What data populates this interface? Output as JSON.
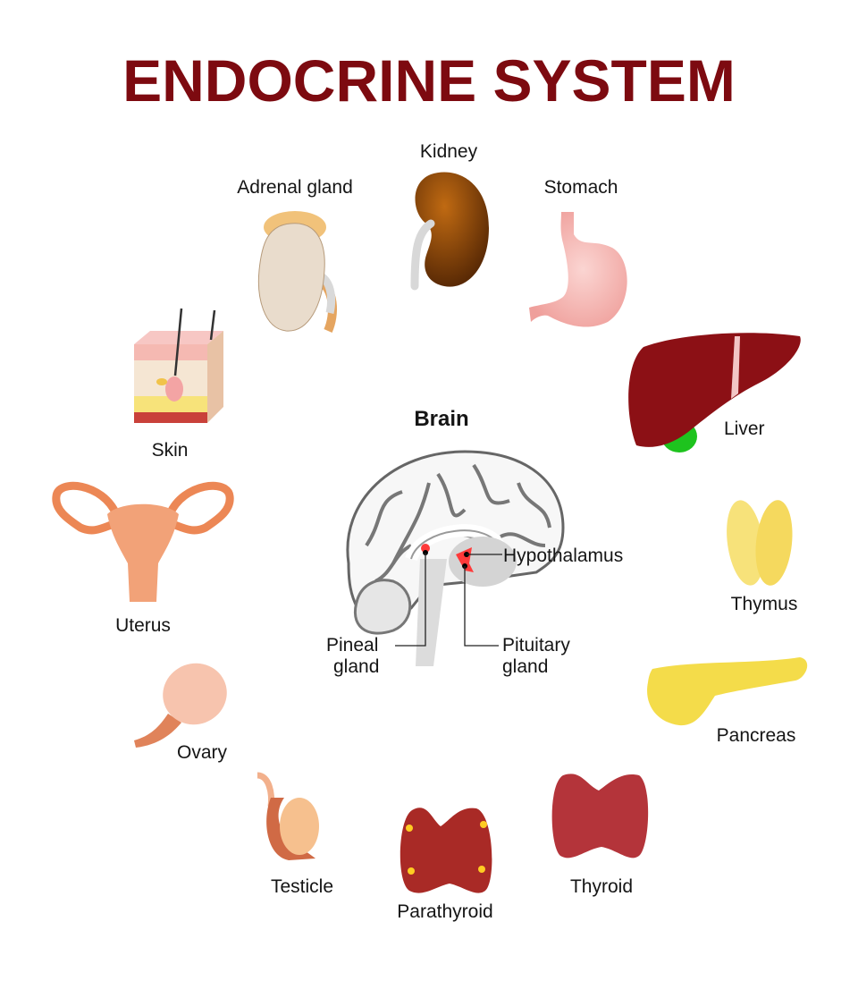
{
  "title": "ENDOCRINE SYSTEM",
  "center": {
    "label": "Brain",
    "parts": [
      {
        "id": "hypothalamus",
        "label": "Hypothalamus"
      },
      {
        "id": "pineal",
        "label_line1": "Pineal",
        "label_line2": "gland"
      },
      {
        "id": "pituitary",
        "label_line1": "Pituitary",
        "label_line2": "gland"
      }
    ]
  },
  "organs": {
    "kidney": {
      "label": "Kidney",
      "color": "#8a4a0a"
    },
    "adrenal": {
      "label": "Adrenal gland",
      "color": "#e7d7c4"
    },
    "stomach": {
      "label": "Stomach",
      "color": "#f4b8b4"
    },
    "skin": {
      "label": "Skin",
      "color": "#f3d8c4"
    },
    "liver": {
      "label": "Liver",
      "color": "#8b0f16"
    },
    "uterus": {
      "label": "Uterus",
      "color": "#f0905c"
    },
    "thymus": {
      "label": "Thymus",
      "color": "#f7e27a"
    },
    "pancreas": {
      "label": "Pancreas",
      "color": "#f4dc4a"
    },
    "ovary": {
      "label": "Ovary",
      "color": "#f7c4ae"
    },
    "testicle": {
      "label": "Testicle",
      "color": "#f2b68a"
    },
    "parathyroid": {
      "label": "Parathyroid",
      "color": "#a92a26"
    },
    "thyroid": {
      "label": "Thyroid",
      "color": "#b4343a"
    }
  },
  "colors": {
    "title": "#7d0a10",
    "highlight": "#ff2a2a"
  }
}
